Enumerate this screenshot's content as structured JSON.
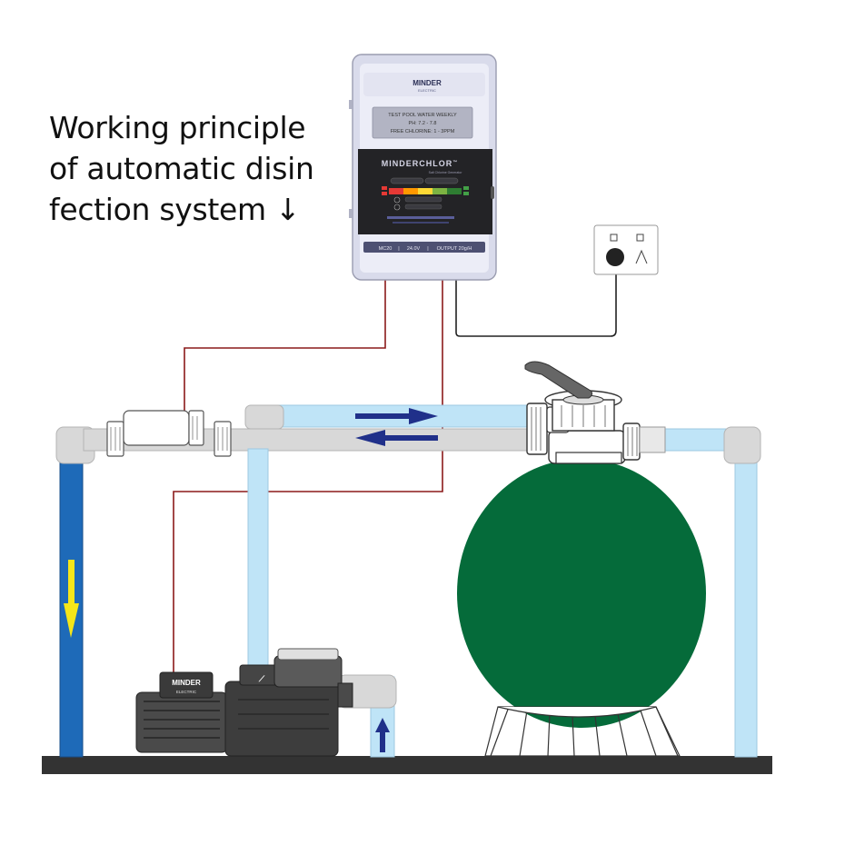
{
  "title": {
    "line1": "Working principle",
    "line2": "of automatic disin",
    "line3": "fection system ↓"
  },
  "controller": {
    "brand_logo": "MINDER",
    "brand_sub": "ELECTRIC",
    "panel_line1": "TEST POOL WATER WEEKLY",
    "panel_line2": "PH: 7.2 - 7.8",
    "panel_line3": "FREE CHLORINE: 1 - 3PPM",
    "product_name": "MINDERCHLOR",
    "product_trademark": "™",
    "product_sub": "Salt Chlorine Generator",
    "bottom_label_1": "MC20",
    "bottom_label_2": "24.0V",
    "bottom_label_3": "OUTPUT 20g/H",
    "indicator_colors": [
      "#e53935",
      "#ff9800",
      "#fdd835",
      "#7cb342",
      "#2e7d32"
    ]
  },
  "pump": {
    "brand_logo": "MINDER",
    "brand_sub": "ELECTRIC"
  },
  "colors": {
    "pipe_blue": "#1e6ab8",
    "pipe_light": "#bfe4f7",
    "pipe_grey": "#d8d8d8",
    "tank_green": "#056b3a",
    "arrow_navy": "#20308a",
    "arrow_yellow": "#f5e619",
    "wire_red": "#8b1a1a",
    "ground": "#333333"
  },
  "icons": [
    "down-arrow-icon",
    "right-arrow-icon",
    "left-arrow-icon",
    "up-arrow-icon",
    "power-socket-icon"
  ]
}
